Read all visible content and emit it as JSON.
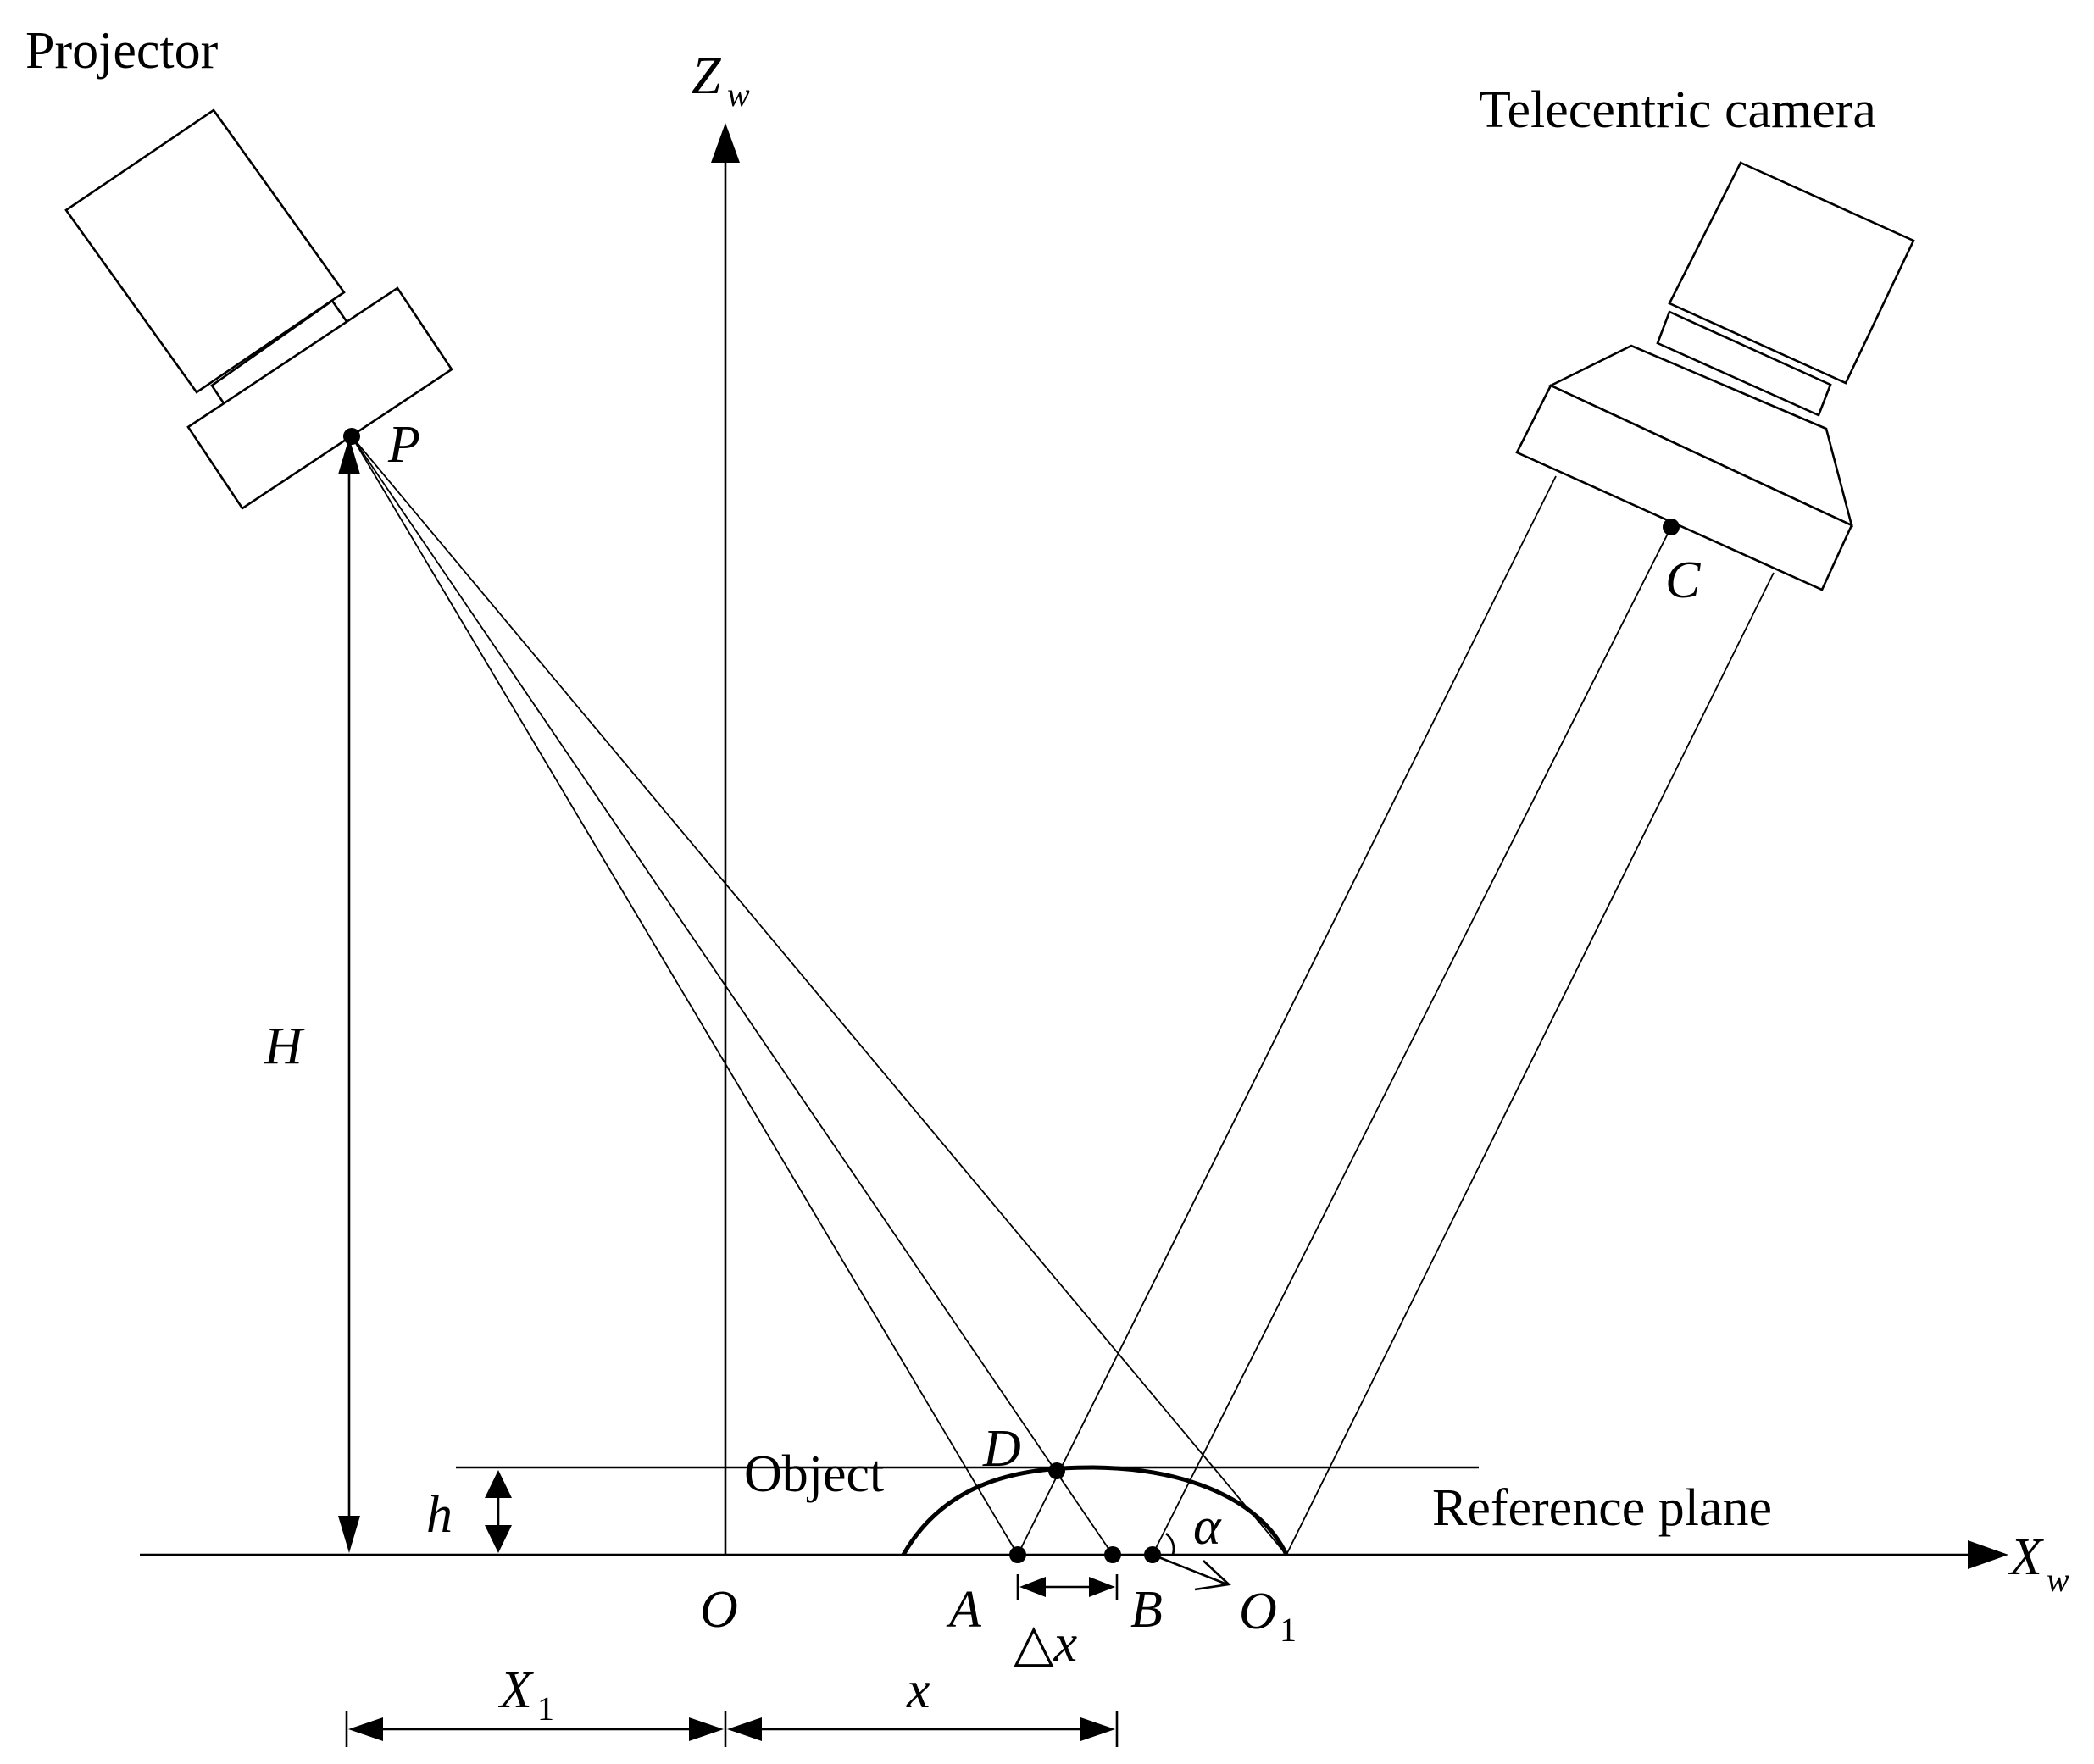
{
  "labels": {
    "projector": "Projector",
    "telecentric_camera": "Telecentric camera",
    "object": "Object",
    "reference_plane": "Reference plane",
    "z_axis": "Z",
    "z_axis_sub": "w",
    "x_axis": "X",
    "x_axis_sub": "w",
    "point_p": "P",
    "point_c": "C",
    "point_d": "D",
    "point_a": "A",
    "point_b": "B",
    "point_o": "O",
    "point_o1": "O",
    "point_o1_sub": "1",
    "dim_H": "H",
    "dim_h": "h",
    "dim_X1": "X",
    "dim_X1_sub": "1",
    "dim_x": "x",
    "dim_delta_x": "△x",
    "angle_alpha": "α"
  }
}
